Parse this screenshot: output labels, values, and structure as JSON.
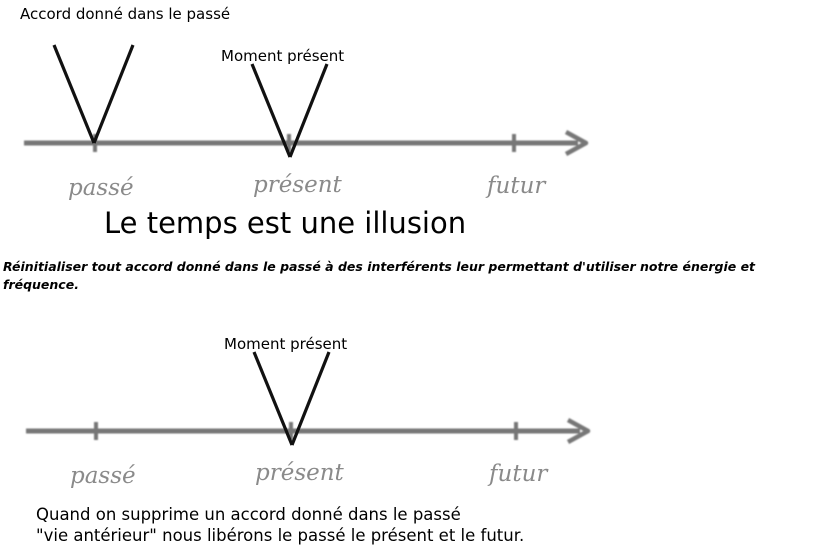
{
  "top_diagram": {
    "past_agreement_label": "Accord donné dans le passé",
    "present_moment_label": "Moment présent",
    "timeline": [
      "passé",
      "présent",
      "futur"
    ]
  },
  "title": "Le temps est une illusion",
  "instruction": "Réinitialiser tout accord donné dans le passé à des interférents leur permettant d'utiliser notre énergie et fréquence.",
  "bottom_diagram": {
    "present_moment_label": "Moment présent",
    "timeline": [
      "passé",
      "présent",
      "futur"
    ]
  },
  "caption": {
    "line1": "Quand on supprime un accord donné dans le passé",
    "line2": "\"vie antérieur\" nous libérons le passé le présent et le futur."
  },
  "colors": {
    "timeline": "#777777",
    "marker": "#111111",
    "timeline_label": "#8a8a8a"
  }
}
